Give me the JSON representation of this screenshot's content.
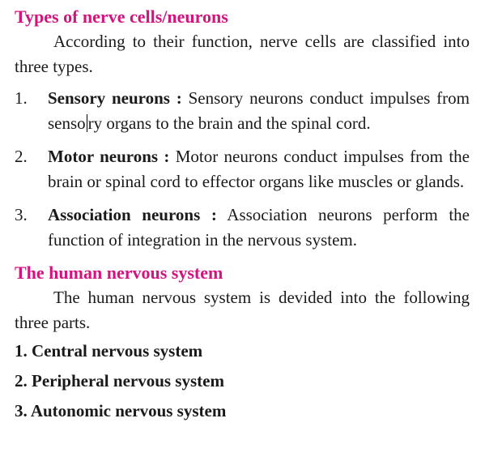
{
  "section1": {
    "heading": "Types of nerve cells/neurons",
    "intro": "According to their function, nerve cells are classified into three types.",
    "items": [
      {
        "num": "1.",
        "term": "Sensory neurons :",
        "text_before_cursor": " Sensory neurons conduct impulses from senso",
        "text_after_cursor": "ry organs to the brain and the spinal cord."
      },
      {
        "num": "2.",
        "term": "Motor neurons :",
        "text": " Motor neurons conduct impulses from the brain or spinal cord to effector organs like muscles or glands."
      },
      {
        "num": "3.",
        "term": "Association neurons :",
        "text": " Association neurons perform the function of integration in the nervous system."
      }
    ]
  },
  "section2": {
    "heading": "The human nervous system",
    "intro": "The human nervous system is devided into the following three parts.",
    "parts": [
      "1. Central nervous system",
      "2. Peripheral nervous system",
      "3. Autonomic nervous system"
    ]
  },
  "colors": {
    "heading": "#d4137f",
    "text": "#1a1a1a"
  }
}
